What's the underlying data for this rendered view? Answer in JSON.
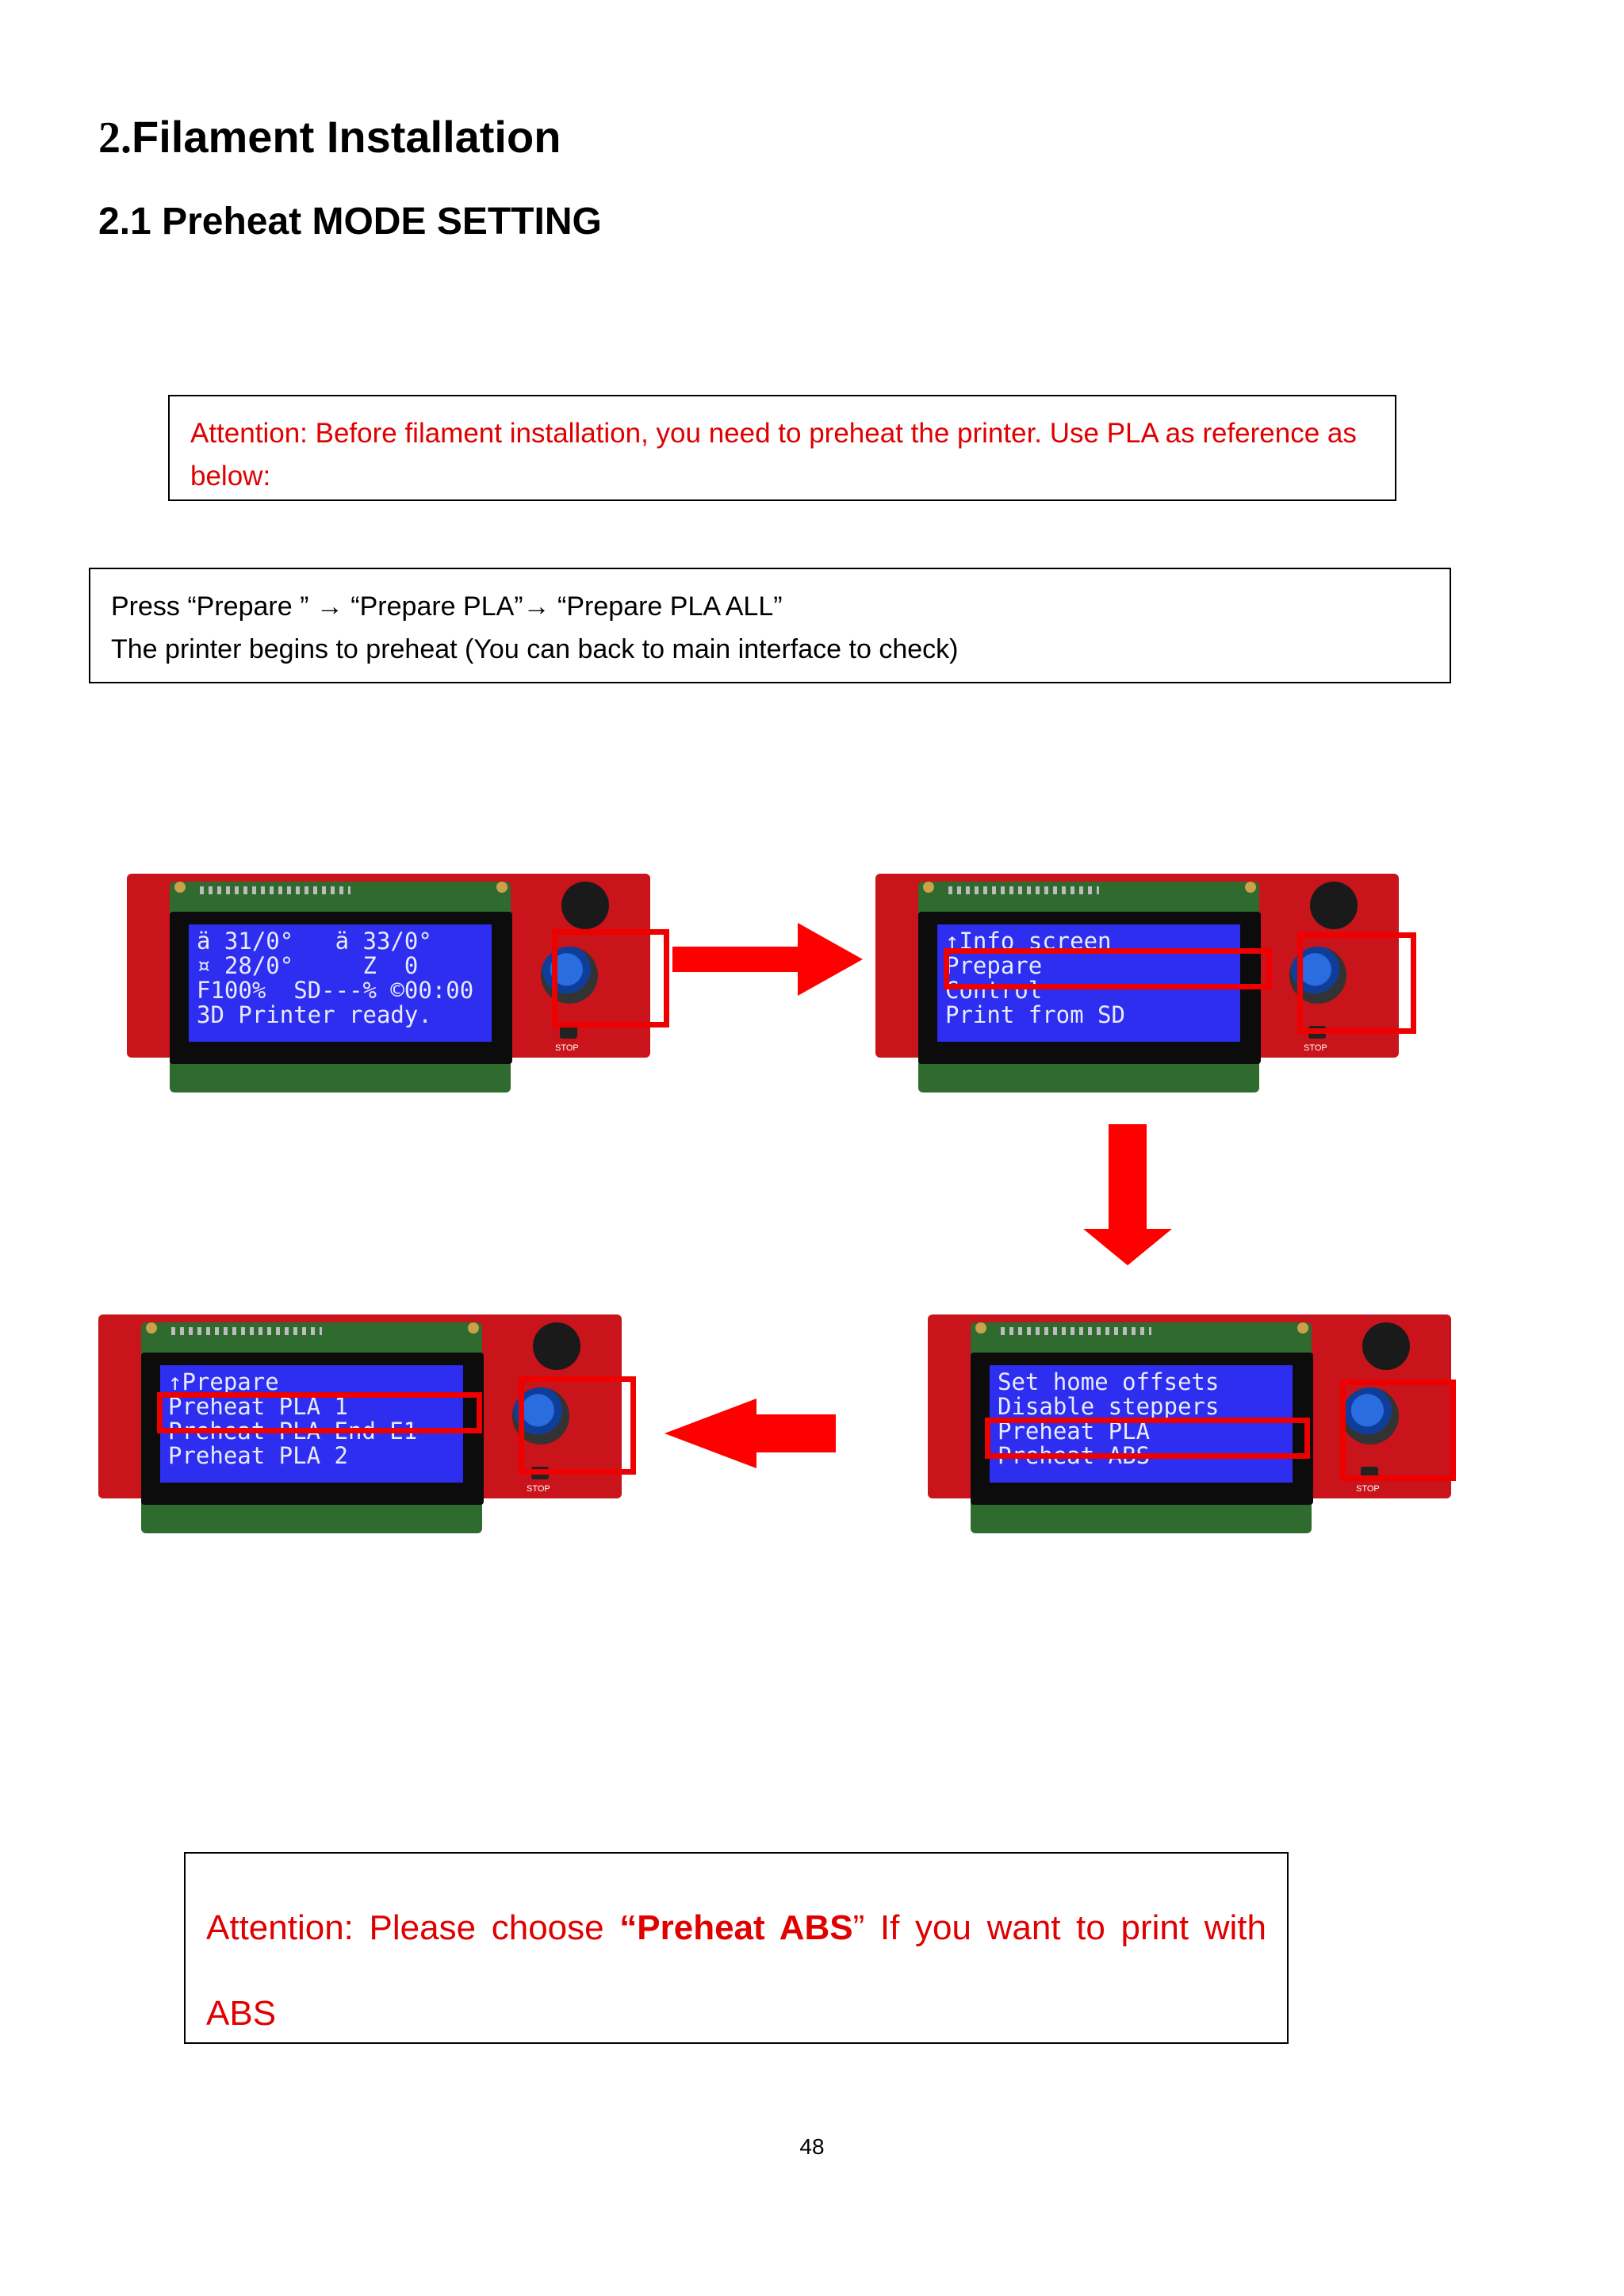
{
  "heading": {
    "number": "2.",
    "title": "Filament Installation"
  },
  "subheading": "2.1 Preheat MODE SETTING",
  "attention_top": "Attention: Before filament installation, you need to preheat the printer. Use PLA as reference as below:",
  "steps": {
    "line1": "Press “Prepare ” → “Prepare PLA”→ “Prepare PLA ALL”",
    "line2": "The printer begins to preheat (You can back to main interface to check)"
  },
  "screens": [
    {
      "name": "status",
      "lines": [
        "ä 31/0°   ä 33/0°",
        "¤ 28/0°     Z  0",
        "F100%  SD---% ©00:00",
        "3D Printer ready."
      ],
      "stop": "STOP"
    },
    {
      "name": "main-menu",
      "lines": [
        "↑Info screen",
        "Prepare",
        "Control",
        "Print from SD"
      ],
      "stop": "STOP"
    },
    {
      "name": "prepare-menu",
      "lines": [
        "Set home offsets",
        "Disable steppers",
        "Preheat PLA",
        "Preheat ABS"
      ],
      "stop": "STOP"
    },
    {
      "name": "preheat-pla-menu",
      "lines": [
        "↑Prepare",
        "Preheat PLA 1",
        "Preheat PLA End E1",
        "Preheat PLA 2"
      ],
      "stop": "STOP"
    }
  ],
  "attention_bottom": {
    "prefix": "Attention: Please choose ",
    "emphasis": "“Preheat ABS",
    "suffix": "” If you want to print with ABS"
  },
  "page_number": "48",
  "colors": {
    "attention": "#e00000",
    "highlight": "#ee0000",
    "lcd": "#2d2ef0",
    "board": "#c8141a"
  }
}
